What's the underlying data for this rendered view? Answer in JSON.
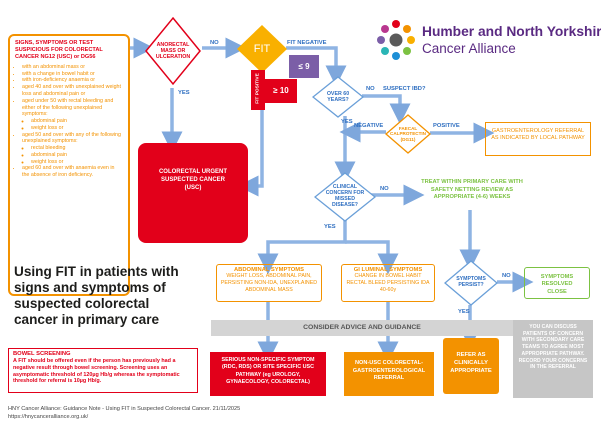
{
  "logo": {
    "line1": "Humber and North Yorkshire",
    "line2": "Cancer Alliance"
  },
  "signs": {
    "header": "SIGNS, SYMPTOMS OR TEST SUSPICIOUS FOR COLORECTAL CANCER NG12 (USC) or DG56",
    "items": [
      "with an abdominal mass or",
      "with a change in bowel habit or",
      "with iron-deficiency anaemia or",
      "aged 40 and over with unexplained weight loss and abdominal pain or",
      "aged under 50 with rectal bleeding and either of the following unexplained symptoms:",
      "aged 50 and over with any of the following unexplained symptoms:",
      "aged 60 and over with anaemia even in the absence of iron deficiency."
    ],
    "sub_under50": [
      "abdominal pain",
      "weight loss or"
    ],
    "sub_over50": [
      "rectal bleeding",
      "abdominal pain",
      "weight loss or"
    ]
  },
  "anorectal": "ANORECTAL MASS OR ULCERATION",
  "fit": "FIT",
  "fit_negative": "FIT NEGATIVE",
  "fit_positive": "FIT POSITIVE",
  "le9": "≤ 9",
  "ge10": "≥ 10",
  "usc": "COLORECTAL URGENT SUSPECTED CANCER (USC)",
  "over60": "OVER 60 YEARS?",
  "suspect_ibd": "SUSPECT IBD?",
  "faecal": "FAECAL CALPROTECTIN (DG11)",
  "gastro_referral": "GASTROENTEROLOGY REFERRAL AS INDICATED BY LOCAL PATHWAY",
  "clinical_concern": "CLINICAL CONCERN FOR MISSED DISEASE?",
  "treat_primary": "TREAT WITHIN PRIMARY CARE WITH SAFETY NETTING REVIEW AS APPROPRIATE (4-6) WEEKS",
  "symptoms_persist": "SYMPTOMS PERSIST?",
  "symptoms_resolved": "SYMPTOMS RESOLVED CLOSE",
  "abdominal": {
    "title": "ABDOMINAL SYMPTOMS",
    "body": "WEIGHT LOSS, ABDOMINAL PAIN, PERSISTING NON-IDA, UNEXPLAINED ABDOMINAL MASS"
  },
  "gi": {
    "title": "GI LUMINAL SYMPTOMS",
    "body": "CHANGE IN BOWEL HABIT RECTAL BLEED PERSISTING IDA 40-60y"
  },
  "consider": "CONSIDER ADVICE AND GUIDANCE",
  "serious": "SERIOUS NON-SPECIFIC SYMPTOM (RDC, RDS) OR SITE SPECIFIC USC PATHWAY (eg UROLOGY, GYNAECOLOGY, COLORECTAL)",
  "nonusc": "NON-USC COLORECTAL-GASTROENTEROLOGICAL REFERRAL",
  "refer": "REFER AS CLINICALLY APPROPRIATE",
  "discuss": "YOU CAN DISCUSS PATIENTS OF CONCERN WITH SECONDARY CARE TEAMS TO AGREE MOST APPROPRIATE PATHWAY. RECORD YOUR CONCERNS IN THE REFERRAL",
  "labels": {
    "no": "NO",
    "yes": "YES",
    "negative": "NEGATIVE",
    "positive": "POSITIVE"
  },
  "title": "Using FIT in patients with signs and symptoms of suspected colorectal cancer in primary care",
  "screening": {
    "title": "BOWEL SCREENING",
    "body": "A FIT should be offered even if the person has previously had a negative result through bowel screening. Screening uses an asymptomatic threshold of 120µg Hb/g whereas the symptomatic threshold for referral is 10µg Hb/g."
  },
  "footer": {
    "line1": "HNY Cancer Alliance: Guidance Note - Using FIT in Suspected Colorectal Cancer. 21/11/2025",
    "line2": "https://hnycanceralliance.org.uk/"
  },
  "colors": {
    "orange": "#f39200",
    "red": "#e2001a",
    "yellow": "#f9b000",
    "blue": "#6a9fd8",
    "green": "#7cc242",
    "purple": "#7b5ea7",
    "grey": "#c6c6c6"
  }
}
